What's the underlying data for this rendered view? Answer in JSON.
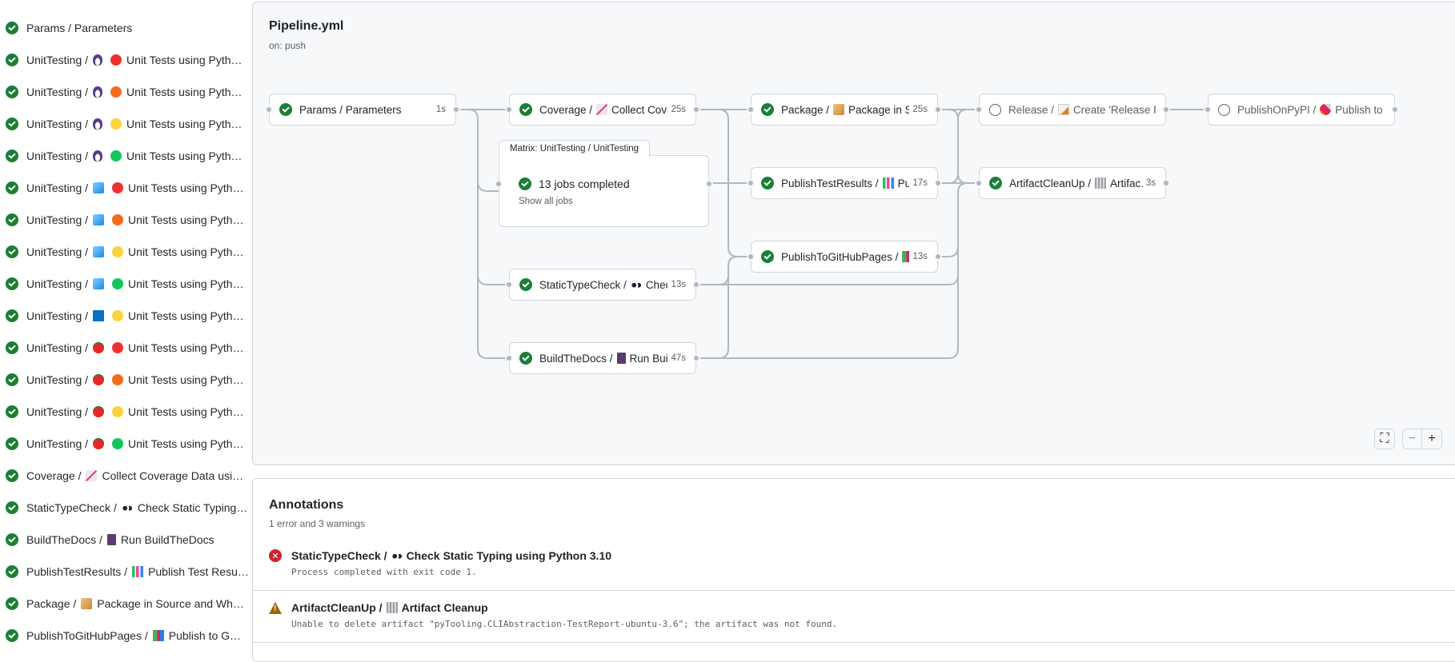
{
  "sidebar": {
    "items": [
      {
        "job": "Params / Parameters",
        "icons": [],
        "name": ""
      },
      {
        "job": "UnitTesting /",
        "icons": [
          "penguin-icon",
          "red-circle-icon"
        ],
        "name": "Unit Tests using Pyth…"
      },
      {
        "job": "UnitTesting /",
        "icons": [
          "penguin-icon",
          "orange-circle-icon"
        ],
        "name": "Unit Tests using Pyth…"
      },
      {
        "job": "UnitTesting /",
        "icons": [
          "penguin-icon",
          "yellow-circle-icon"
        ],
        "name": "Unit Tests using Pyth…"
      },
      {
        "job": "UnitTesting /",
        "icons": [
          "penguin-icon",
          "green-circle-icon"
        ],
        "name": "Unit Tests using Pyth…"
      },
      {
        "job": "UnitTesting /",
        "icons": [
          "ice-cube-icon",
          "red-circle-icon"
        ],
        "name": "Unit Tests using Pyth…"
      },
      {
        "job": "UnitTesting /",
        "icons": [
          "ice-cube-icon",
          "orange-circle-icon"
        ],
        "name": "Unit Tests using Pyth…"
      },
      {
        "job": "UnitTesting /",
        "icons": [
          "ice-cube-icon",
          "yellow-circle-icon"
        ],
        "name": "Unit Tests using Pyth…"
      },
      {
        "job": "UnitTesting /",
        "icons": [
          "ice-cube-icon",
          "green-circle-icon"
        ],
        "name": "Unit Tests using Pyth…"
      },
      {
        "job": "UnitTesting /",
        "icons": [
          "blue-square-icon",
          "yellow-circle-icon"
        ],
        "name": "Unit Tests using Pyth…"
      },
      {
        "job": "UnitTesting /",
        "icons": [
          "apple-icon",
          "red-circle-icon"
        ],
        "name": "Unit Tests using Pyth…"
      },
      {
        "job": "UnitTesting /",
        "icons": [
          "apple-icon",
          "orange-circle-icon"
        ],
        "name": "Unit Tests using Pyth…"
      },
      {
        "job": "UnitTesting /",
        "icons": [
          "apple-icon",
          "yellow-circle-icon"
        ],
        "name": "Unit Tests using Pyth…"
      },
      {
        "job": "UnitTesting /",
        "icons": [
          "apple-icon",
          "green-circle-icon"
        ],
        "name": "Unit Tests using Pyth…"
      },
      {
        "job": "Coverage /",
        "icons": [
          "chart-increasing-icon"
        ],
        "name": "Collect Coverage Data usi…"
      },
      {
        "job": "StaticTypeCheck /",
        "icons": [
          "eyes-icon"
        ],
        "name": "Check Static Typing…"
      },
      {
        "job": "BuildTheDocs /",
        "icons": [
          "notebook-icon"
        ],
        "name": "Run BuildTheDocs"
      },
      {
        "job": "PublishTestResults /",
        "icons": [
          "bar-chart-icon"
        ],
        "name": "Publish Test Resu…"
      },
      {
        "job": "Package /",
        "icons": [
          "package-icon"
        ],
        "name": "Package in Source and Wh…"
      },
      {
        "job": "PublishToGitHubPages /",
        "icons": [
          "books-icon"
        ],
        "name": "Publish to G…"
      }
    ]
  },
  "graph": {
    "title": "Pipeline.yml",
    "trigger": "on: push",
    "nodes": {
      "params": {
        "job": "Params / Parameters",
        "icon": "",
        "name": "",
        "duration": "1s",
        "status": "success"
      },
      "coverage": {
        "job": "Coverage /",
        "icon": "chart-increasing-icon",
        "name": "Collect Cove…",
        "duration": "25s",
        "status": "success"
      },
      "statictype": {
        "job": "StaticTypeCheck /",
        "icon": "eyes-icon",
        "name": "Chec…",
        "duration": "13s",
        "status": "success"
      },
      "builddocs": {
        "job": "BuildTheDocs /",
        "icon": "notebook-icon",
        "name": "Run Buil…",
        "duration": "47s",
        "status": "success"
      },
      "package": {
        "job": "Package /",
        "icon": "package-icon",
        "name": "Package in So…",
        "duration": "25s",
        "status": "success"
      },
      "publishtest": {
        "job": "PublishTestResults /",
        "icon": "bar-chart-icon",
        "name": "Pu…",
        "duration": "17s",
        "status": "success"
      },
      "ghpages": {
        "job": "PublishToGitHubPages /",
        "icon": "books-icon",
        "name": "…",
        "duration": "13s",
        "status": "success"
      },
      "release": {
        "job": "Release /",
        "icon": "memo-icon",
        "name": "Create 'Release P…",
        "duration": "",
        "status": "pending"
      },
      "cleanup": {
        "job": "ArtifactCleanUp /",
        "icon": "wastebasket-icon",
        "name": "Artifac…",
        "duration": "3s",
        "status": "success"
      },
      "pypi": {
        "job": "PublishOnPyPI /",
        "icon": "rocket-icon",
        "name": "Publish to …",
        "duration": "",
        "status": "pending"
      }
    },
    "matrix": {
      "label": "Matrix: UnitTesting / UnitTesting",
      "status": "13 jobs completed",
      "link": "Show all jobs"
    },
    "controls": {
      "fullscreen": "⛶",
      "zoom_out": "−",
      "zoom_in": "+"
    }
  },
  "annotations": {
    "title": "Annotations",
    "summary": "1 error and 3 warnings",
    "items": [
      {
        "level": "error",
        "job": "StaticTypeCheck /",
        "icon": "eyes-icon",
        "name": "Check Static Typing using Python 3.10",
        "message": "Process completed with exit code 1."
      },
      {
        "level": "warning",
        "job": "ArtifactCleanUp /",
        "icon": "wastebasket-icon",
        "name": "Artifact Cleanup",
        "message": "Unable to delete artifact \"pyTooling.CLIAbstraction-TestReport-ubuntu-3.6\"; the artifact was not found."
      }
    ]
  },
  "colors": {
    "success": "#1a7f37",
    "error": "#cf222e",
    "warning": "#9a6700",
    "edge": "#afb8c1",
    "canvas": "#f6f8fa"
  }
}
